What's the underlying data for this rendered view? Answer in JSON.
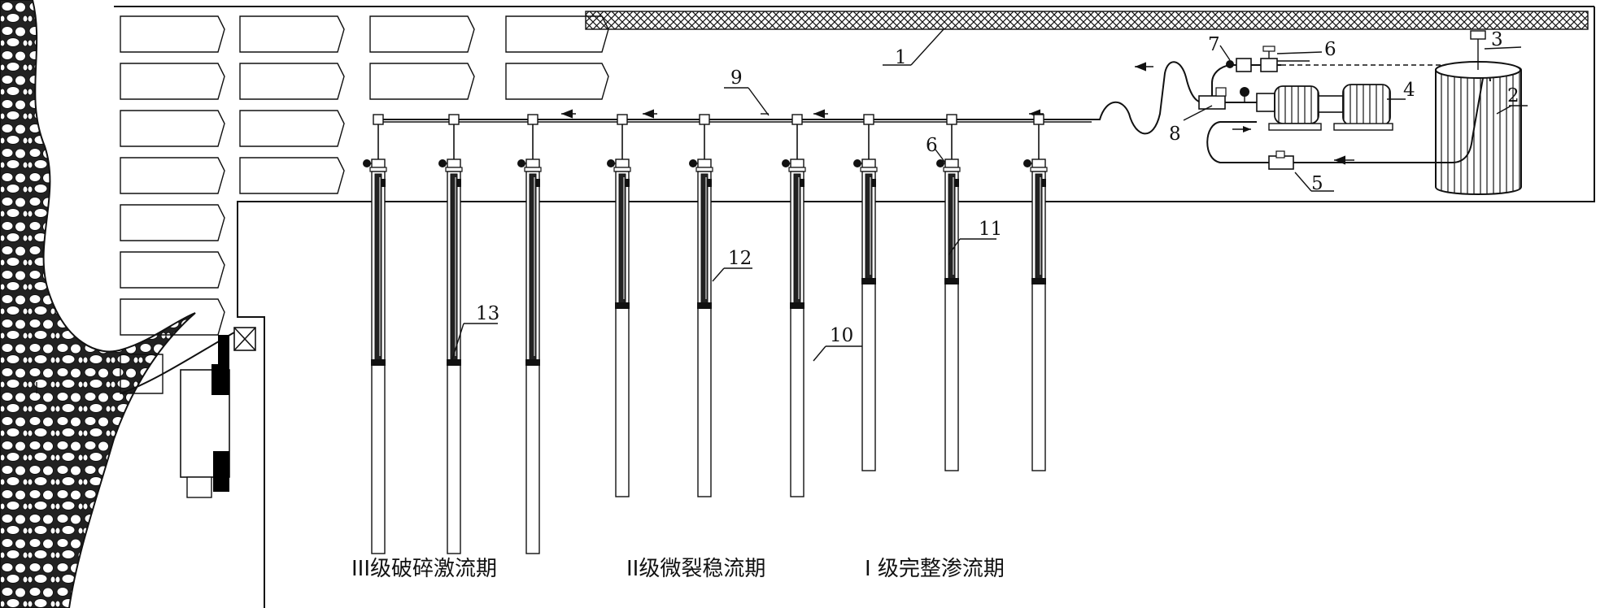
{
  "diagram": {
    "labels": {
      "l1": "1",
      "l2": "2",
      "l3": "3",
      "l4": "4",
      "l5": "5",
      "l6a": "6",
      "l6b": "6",
      "l7": "7",
      "l8": "8",
      "l9": "9",
      "l10": "10",
      "l11": "11",
      "l12": "12",
      "l13": "13"
    },
    "stages": {
      "stage3": "III级破碎激流期",
      "stage2": "II级微裂稳流期",
      "stage1": "I 级完整渗流期"
    },
    "colors": {
      "line": "#111111",
      "fill": "#ffffff",
      "dark": "#000000"
    }
  }
}
